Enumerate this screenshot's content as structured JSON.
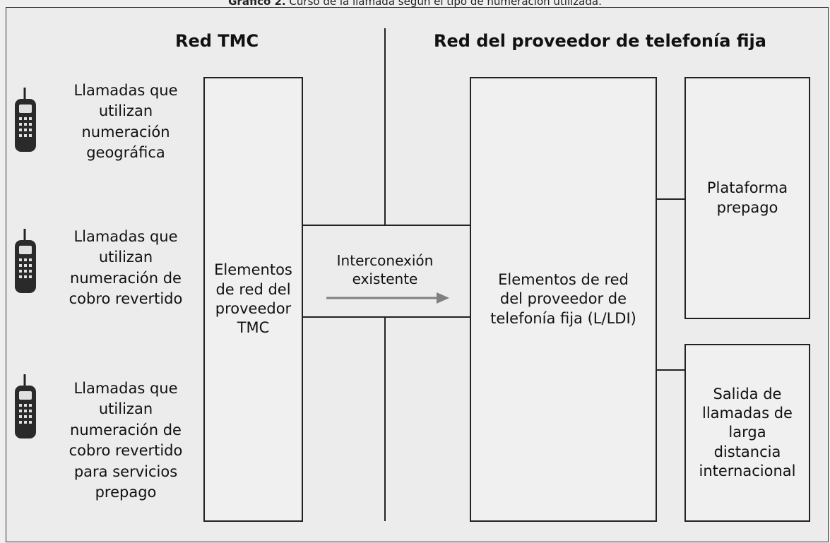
{
  "caption": {
    "prefix": "Gráfico 2.",
    "text": "Curso de la llamada según el tipo de numeración utilizada."
  },
  "headings": {
    "left": "Red TMC",
    "right": "Red del proveedor de telefonía fija"
  },
  "calls": [
    {
      "label": "Llamadas que\nutilizan\nnumeración\ngeográfica",
      "icon": "mobile-phone-icon"
    },
    {
      "label": "Llamadas que\nutilizan\nnumeración de\ncobro revertido",
      "icon": "mobile-phone-icon"
    },
    {
      "label": "Llamadas que\nutilizan\nnumeración de\ncobro revertido\npara servicios\nprepago",
      "icon": "mobile-phone-icon"
    }
  ],
  "boxes": {
    "tmc": "Elementos\nde red del\nproveedor\nTMC",
    "fixed": "Elementos de red\ndel proveedor de\ntelefonía fija (L/LDI)",
    "prepaid": "Plataforma\nprepago",
    "international": "Salida de\nllamadas de\nlarga\ndistancia\ninternacional"
  },
  "interconnection": "Interconexión\nexistente",
  "colors": {
    "arrow": "#808080",
    "lines": "#222222"
  }
}
